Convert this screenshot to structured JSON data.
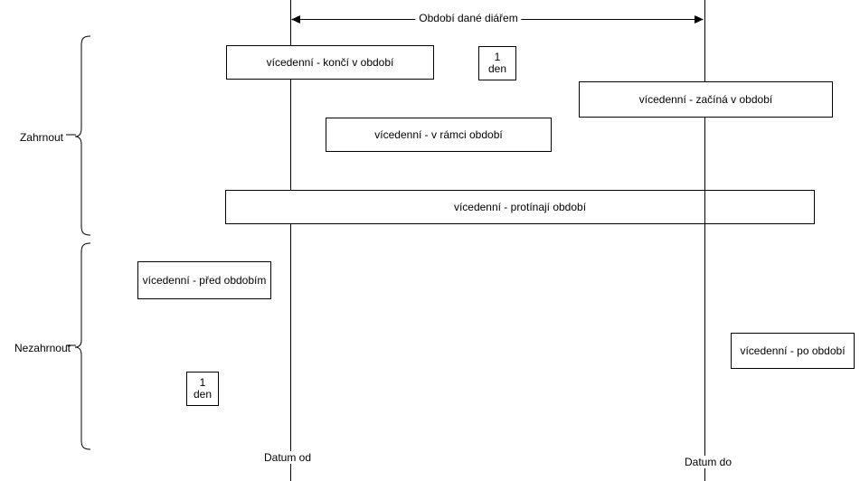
{
  "colors": {
    "stroke": "#000000",
    "background": "#ffffff"
  },
  "diagram": {
    "period_arrow_label": "Období dané diářem",
    "groups": [
      {
        "id": "include",
        "label": "Zahrnout"
      },
      {
        "id": "exclude",
        "label": "Nezahrnout"
      }
    ],
    "axes": {
      "date_from": "Datum od",
      "date_to": "Datum do"
    },
    "boxes": {
      "ends_in_period": {
        "label": "vícedenní - končí v období"
      },
      "one_day_in_period": {
        "line1": "1",
        "line2": "den"
      },
      "starts_in_period": {
        "label": "vícedenní - začíná v období"
      },
      "within_period": {
        "label": "vícedenní - v rámci období"
      },
      "crosses_period": {
        "label": "vícedenní - protínají období"
      },
      "before_period": {
        "label": "vícedenní - před obdobím"
      },
      "one_day_before_period": {
        "line1": "1",
        "line2": "den"
      },
      "after_period": {
        "label": "vícedenní - po období"
      }
    }
  }
}
